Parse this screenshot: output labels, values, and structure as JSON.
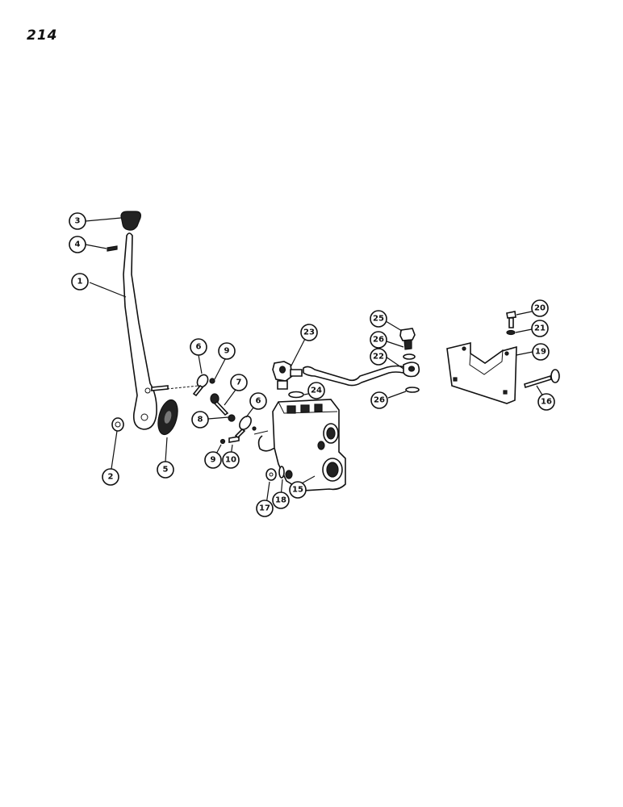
{
  "page_number": "214",
  "callouts": {
    "c1": "1",
    "c2": "2",
    "c3": "3",
    "c4": "4",
    "c5": "5",
    "c6a": "6",
    "c6b": "6",
    "c7": "7",
    "c8": "8",
    "c9a": "9",
    "c9b": "9",
    "c10": "10",
    "c15": "15",
    "c16": "16",
    "c17": "17",
    "c18": "18",
    "c19": "19",
    "c20": "20",
    "c21": "21",
    "c22": "22",
    "c23": "23",
    "c24": "24",
    "c25": "25",
    "c26a": "26",
    "c26b": "26"
  }
}
